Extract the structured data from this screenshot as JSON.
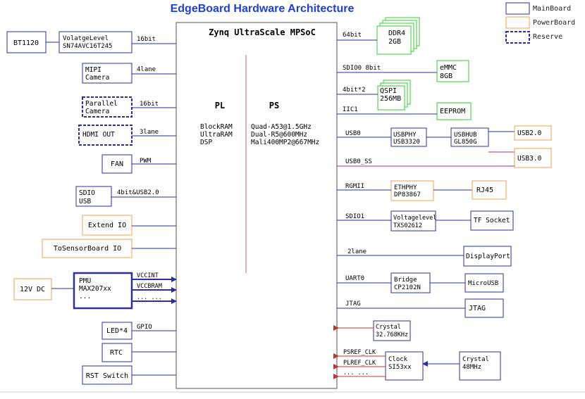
{
  "title": "EdgeBoard Hardware Architecture",
  "colors": {
    "main": "#2b2fa0",
    "power": "#f0a050",
    "green": "#33cc33",
    "red": "#c0392b",
    "magenta": "#b0307a",
    "title": "#1f3fd6"
  },
  "legend": {
    "main_board": "MainBoard",
    "power_board": "PowerBoard",
    "reserve": "Reserve"
  },
  "soc": {
    "title": "Zynq UltraScale MPSoC",
    "pl": "PL",
    "ps": "PS",
    "pl_lines": [
      "BlockRAM",
      "UltraRAM",
      "DSP"
    ],
    "ps_lines": [
      "Quad-A53@1.5GHz",
      "Dual-R5@600MHz",
      "Mali400MP2@667MHz"
    ]
  },
  "left": {
    "bt1120": "BT1120",
    "voltage_level": [
      "VolatgeLevel",
      "SN74AVC16T245"
    ],
    "bus_16bit": "16bit",
    "mipi": [
      "MIPI",
      "Camera"
    ],
    "bus_4lane": "4lane",
    "parallel": [
      "Parallel",
      "Camera"
    ],
    "bus_16bit_b": "16bit",
    "hdmi": "HDMI  OUT",
    "bus_3lane": "3lane",
    "fan": "FAN",
    "bus_pwm": "PWM",
    "sdio": [
      "SDIO",
      "USB"
    ],
    "bus_sdio": "4bit&USB2.0",
    "extend": "Extend  IO",
    "sensor": "ToSensorBoard  IO",
    "dc": "12V  DC",
    "pmu": [
      "PMU",
      "MAX207xx",
      "..."
    ],
    "vccint": "VCCINT",
    "vccbram": "VCCBRAM",
    "more": "... ...",
    "led": "LED*4",
    "gpio": "GPIO",
    "rtc": "RTC",
    "rst": "RST  Switch"
  },
  "right": {
    "bus_64bit": "64bit",
    "ddr4": [
      "DDR4",
      "2GB"
    ],
    "bus_sdio0": "SDIO0  8bit",
    "emmc": [
      "eMMC",
      "8GB"
    ],
    "bus_4bit2": "4bit*2",
    "qspi": [
      "QSPI",
      "256MB"
    ],
    "bus_iic1": "IIC1",
    "eeprom": "EEPROM",
    "bus_usb0": "USB0",
    "usbphy": [
      "USBPHY",
      "USB3320"
    ],
    "usbhub": [
      "USBHUB",
      "GL850G"
    ],
    "usb2": "USB2.0",
    "usb3": "USB3.0",
    "bus_usb0ss": "USB0_SS",
    "bus_rgmii": "RGMII",
    "ethphy": [
      "ETHPHY",
      "DP83867"
    ],
    "rj45": "RJ45",
    "bus_sdio1": "SDIO1",
    "vlevel": [
      "Voltagelevel",
      "TXS02612"
    ],
    "tf": "TF Socket",
    "bus_2lane": "2lane",
    "dp": "DisplayPort",
    "bus_uart0": "UART0",
    "bridge": [
      "Bridge",
      "CP2102N"
    ],
    "micro": "MicroUSB",
    "bus_jtag": "JTAG",
    "jtag": "JTAG",
    "crystal32": [
      "Crystal",
      "32.768KHz"
    ],
    "bus_psref": "PSREF_CLK",
    "bus_plref": "PLREF_CLK",
    "bus_more": "... ...",
    "clock": [
      "Clock",
      "SI53xx"
    ],
    "crystal48": [
      "Crystal",
      "48MHz"
    ]
  }
}
